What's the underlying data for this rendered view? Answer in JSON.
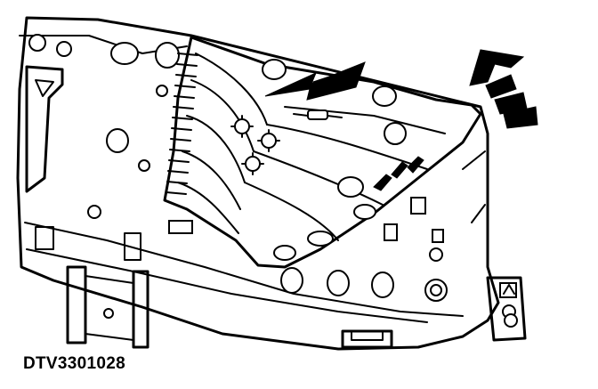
{
  "figure": {
    "caption": "DTV3301028",
    "colors": {
      "ink": "#000000",
      "paper": "#ffffff"
    },
    "arrows": [
      {
        "name": "arrow-left",
        "icon": "arrow-left-icon"
      },
      {
        "name": "arrow-up-right",
        "icon": "arrow-up-right-icon"
      }
    ]
  }
}
